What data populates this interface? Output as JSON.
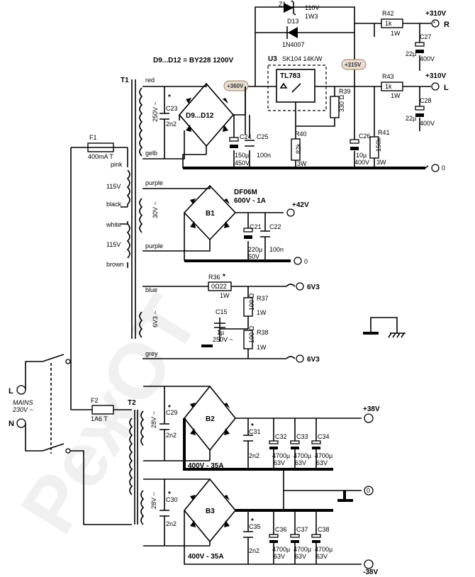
{
  "watermark": "PeжOT",
  "labels": {
    "Z1": "Z1",
    "Z1v": "110V",
    "Z1w": "1W3",
    "D13": "D13",
    "D13t": "1N4007",
    "R42": "R42",
    "R42v": "1k",
    "R42w": "1W",
    "R43": "R43",
    "R43v": "1k",
    "R43w": "1W",
    "C27": "C27",
    "C27v": "22µ",
    "C27u": "400V",
    "C28": "C28",
    "C28v": "22µ",
    "C28u": "400V",
    "out310": "+310V",
    "outR": "R",
    "outL": "L",
    "dnote": "D9...D12 = BY228 1200V",
    "U3": "U3",
    "U3t": "SK104 14K/W",
    "tl": "TL783",
    "b360": "+360V",
    "b315": "+315V",
    "T1": "T1",
    "red": "red",
    "gelb": "gelb",
    "v250": "250V ~",
    "C23": "C23",
    "C23v": "2n2",
    "D912": "D9...D12",
    "R39": "R39",
    "R39v": "330 Ω",
    "R40": "R40",
    "R40v": "82k",
    "R40w": "3W",
    "R41": "R41",
    "R41v": "150k",
    "R41w": "3W",
    "C24": "C24",
    "C24v": "150µ",
    "C24u": "450V",
    "C25": "C25",
    "C25v": "100n",
    "C26": "C26",
    "C26v": "10µ",
    "C26u": "400V",
    "F1": "F1",
    "F1v": "400mA T",
    "pink": "pink",
    "v115a": "115V",
    "black": "black",
    "white": "white",
    "v115b": "115V",
    "brown": "brown",
    "purple1": "purple",
    "purple2": "purple",
    "v30": "30V ~",
    "B1": "B1",
    "DF06M": "DF06M",
    "B1r": "600V - 1A",
    "p42": "+42V",
    "C21": "C21",
    "C21v": "220µ",
    "C21u": "50V",
    "C22": "C22",
    "C22v": "100n",
    "blue": "blue",
    "grey": "grey",
    "v63": "6V3 ~",
    "R36": "R36",
    "R36v": "0Ω22",
    "R36w": "1W",
    "R37": "R37",
    "R37v": "100 Ω",
    "R37w": "1W",
    "R38": "R38",
    "R38v": "100 Ω",
    "R38w": "1W",
    "C15": "C15",
    "C15v": "1µ",
    "C15u": "250V ~",
    "o63a": "6V3",
    "o63b": "6V3",
    "L": "L",
    "N": "N",
    "mains": "MAINS",
    "mainsv": "230V ~",
    "F2": "F2",
    "F2v": "1A6 T",
    "T2": "T2",
    "C29": "C29",
    "C29v": "2n2",
    "v28a": "28V ~",
    "B2": "B2",
    "B2r": "400V - 35A",
    "p38": "+38V",
    "C31": "C31",
    "C31v": "2n2",
    "C32": "C32",
    "C32v": "4700µ",
    "C32u": "63V",
    "C33": "C33",
    "C33v": "4700µ",
    "C33u": "63V",
    "C34": "C34",
    "C34v": "4700µ",
    "C34u": "63V",
    "C30": "C30",
    "C30v": "2n2",
    "v28b": "28V ~",
    "B3": "B3",
    "B3r": "400V - 35A",
    "n38": "-38V",
    "C35": "C35",
    "C35v": "2n2",
    "C36": "C36",
    "C36v": "4700µ",
    "C36u": "63V",
    "C37": "C37",
    "C37v": "4700µ",
    "C37u": "63V",
    "C38": "C38",
    "C38v": "4700µ",
    "C38u": "63V",
    "zero1": "0",
    "zero2": "0",
    "zero3": "0",
    "star": "*"
  }
}
